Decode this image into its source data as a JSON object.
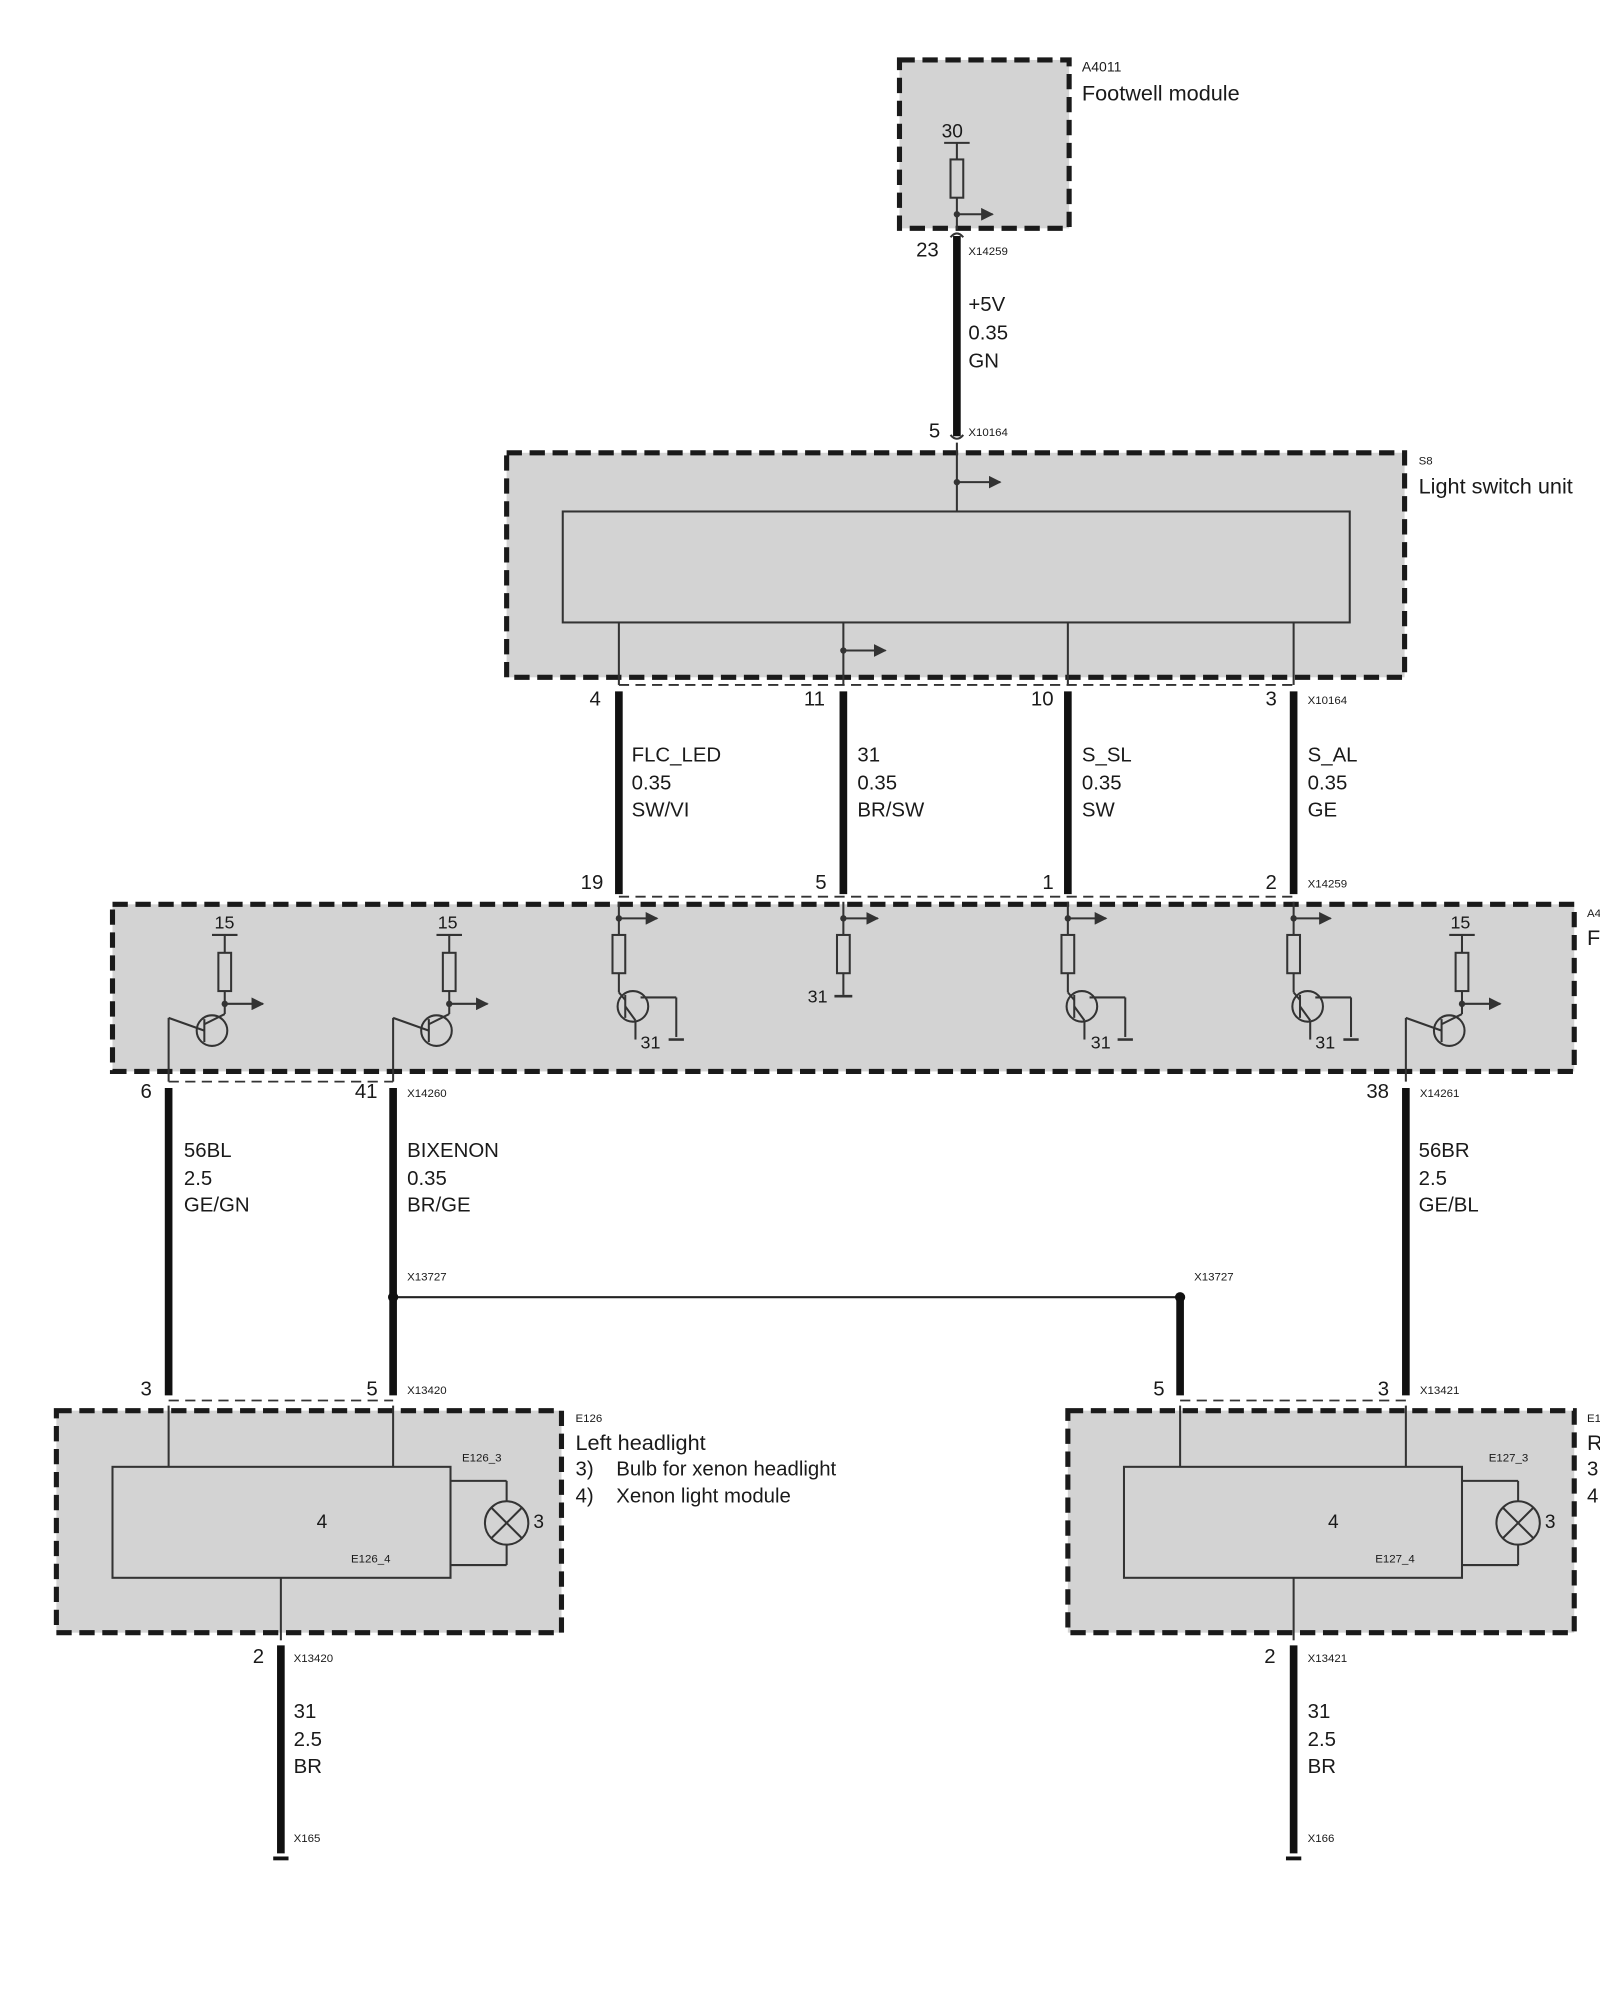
{
  "components": {
    "footwell_top": {
      "id": "A4011",
      "name": "Footwell module"
    },
    "light_switch": {
      "id": "S8",
      "name": "Light switch unit"
    },
    "footwell_mid": {
      "id": "A4",
      "name": "F"
    },
    "left_headlight": {
      "id": "E126",
      "name": "Left headlight",
      "note1": "3)    Bulb for xenon headlight",
      "note2": "4)    Xenon light module",
      "sub_bulb": "E126_3",
      "sub_module": "E126_4",
      "module_num": "4",
      "bulb_num": "3"
    },
    "right_headlight": {
      "id": "E1",
      "name": "R",
      "note1": "3",
      "note2": "4",
      "sub_bulb": "E127_3",
      "sub_module": "E127_4",
      "module_num": "4",
      "bulb_num": "3"
    }
  },
  "terminals": {
    "t30": "30",
    "t15a": "15",
    "t15b": "15",
    "t15c": "15",
    "g31a": "31",
    "g31b": "31",
    "g31c": "31",
    "g31d": "31"
  },
  "connectors": {
    "c1": "X14259",
    "c2": "X10164",
    "c3": "X10164",
    "c4": "X14259",
    "c5": "X14260",
    "c6": "X14261",
    "c7": "X13727",
    "c8": "X13727",
    "c9": "X13420",
    "c10": "X13421",
    "c11": "X13420",
    "c12": "X13421",
    "c13": "X165",
    "c14": "X166"
  },
  "pins": {
    "p23": "23",
    "p5a": "5",
    "p4": "4",
    "p11": "11",
    "p10": "10",
    "p3a": "3",
    "p19": "19",
    "p5b": "5",
    "p1": "1",
    "p2a": "2",
    "p6": "6",
    "p41": "41",
    "p38": "38",
    "p3b": "3",
    "p5c": "5",
    "p5d": "5",
    "p3c": "3",
    "p2b": "2",
    "p2c": "2"
  },
  "wires": {
    "w1": {
      "signal": "+5V",
      "size": "0.35",
      "color": "GN"
    },
    "w2": {
      "signal": "FLC_LED",
      "size": "0.35",
      "color": "SW/VI"
    },
    "w3": {
      "signal": "31",
      "size": "0.35",
      "color": "BR/SW"
    },
    "w4": {
      "signal": "S_SL",
      "size": "0.35",
      "color": "SW"
    },
    "w5": {
      "signal": "S_AL",
      "size": "0.35",
      "color": "GE"
    },
    "w6": {
      "signal": "56BL",
      "size": "2.5",
      "color": "GE/GN"
    },
    "w7": {
      "signal": "BIXENON",
      "size": "0.35",
      "color": "BR/GE"
    },
    "w8": {
      "signal": "56BR",
      "size": "2.5",
      "color": "GE/BL"
    },
    "w9": {
      "signal": "31",
      "size": "2.5",
      "color": "BR"
    },
    "w10": {
      "signal": "31",
      "size": "2.5",
      "color": "BR"
    }
  }
}
